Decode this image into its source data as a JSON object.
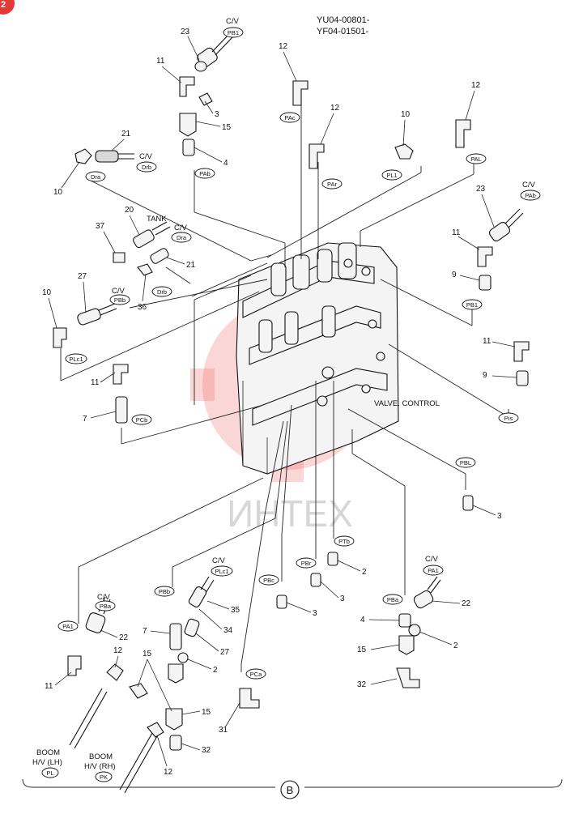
{
  "header": {
    "serial_1": "YU04-00801-",
    "serial_2": "YF04-01501-"
  },
  "corner_badge": "2",
  "main_label": "VALVE. CONTROL",
  "watermark_text": "ИНТЕХ",
  "section_mark": "B",
  "tags": [
    "PB1",
    "PAc",
    "PAL",
    "PL1",
    "PAb",
    "PAr",
    "Dra",
    "Drb",
    "Dra",
    "Drb",
    "PBb",
    "PLc1",
    "PAb",
    "PB1",
    "Pis",
    "PCb",
    "PBL",
    "PTb",
    "PBr",
    "PBc",
    "PBb",
    "PLc1",
    "PBa",
    "PA1",
    "PA1",
    "PBa",
    "PCa",
    "PL",
    "PK"
  ],
  "callouts": [
    "23",
    "11",
    "3",
    "15",
    "4",
    "12",
    "12",
    "10",
    "12",
    "21",
    "10",
    "20",
    "37",
    "21",
    "36",
    "27",
    "10",
    "23",
    "11",
    "9",
    "11",
    "9",
    "11",
    "7",
    "3",
    "2",
    "3",
    "3",
    "22",
    "4",
    "2",
    "15",
    "32",
    "22",
    "12",
    "11",
    "15",
    "7",
    "35",
    "34",
    "27",
    "2",
    "15",
    "31",
    "32",
    "12"
  ],
  "labels": {
    "cv": "C/V",
    "tank": "TANK",
    "boom_lh_1": "BOOM",
    "boom_lh_2": "H/V (LH)",
    "boom_rh_1": "BOOM",
    "boom_rh_2": "H/V (RH)"
  },
  "colors": {
    "watermark": "#f26b6b",
    "badge": "#e53935",
    "ink": "#111111"
  }
}
